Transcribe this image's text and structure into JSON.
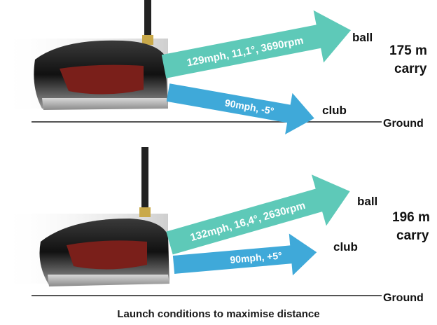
{
  "colors": {
    "ball_arrow": "#5ec9b8",
    "club_arrow": "#3fa9d9",
    "ground_line": "#555555",
    "club_head_dark": "#1d1d1d",
    "club_head_accent": "#7a1f1a"
  },
  "panels": [
    {
      "ball_arrow_text": "129mph, 11,1°, 3690rpm",
      "club_arrow_text": "90mph, -5°",
      "ball_tag": "ball",
      "club_tag": "club",
      "ground_tag": "Ground",
      "carry_line1": "175 m",
      "carry_line2": "carry"
    },
    {
      "ball_arrow_text": "132mph, 16,4°, 2630rpm",
      "club_arrow_text": "90mph, +5°",
      "ball_tag": "ball",
      "club_tag": "club",
      "ground_tag": "Ground",
      "carry_line1": "196 m",
      "carry_line2": "carry"
    }
  ],
  "caption": "Launch conditions to maximise distance"
}
